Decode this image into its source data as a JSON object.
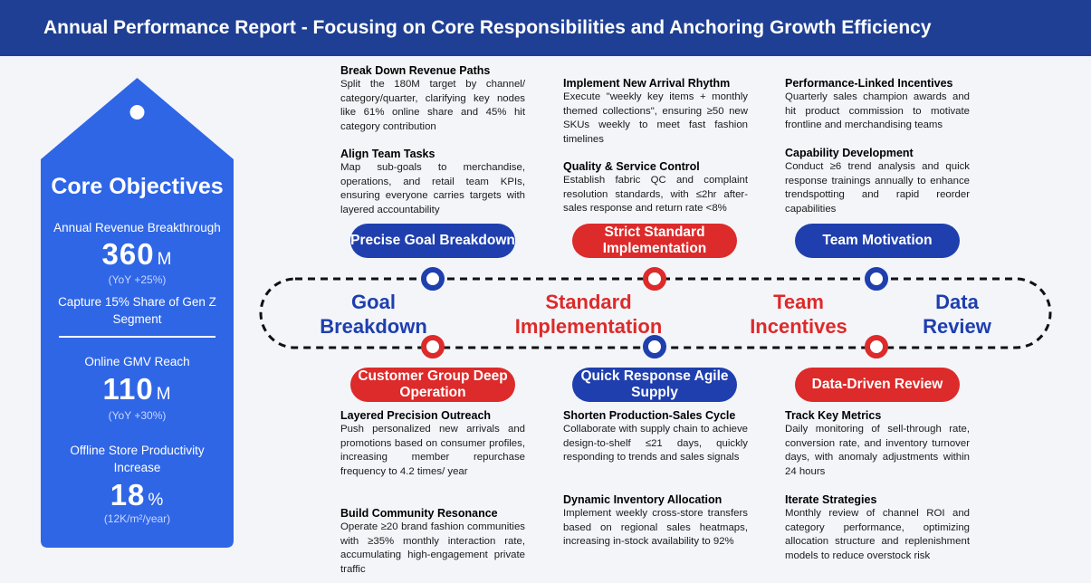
{
  "header": {
    "title": "Annual Performance Report - Focusing on Core Responsibilities and Anchoring Growth Efficiency"
  },
  "colors": {
    "header_bg": "#1e3f93",
    "tag_bg": "#2f66e6",
    "blue": "#1f3fae",
    "red": "#dd2a2a"
  },
  "core": {
    "title": "Core Objectives",
    "items": [
      {
        "label": "Annual Revenue Breakthrough",
        "value": "360",
        "unit": "M",
        "sub": "(YoY +25%)"
      },
      {
        "label": "Capture 15% Share of Gen Z Segment"
      },
      {
        "label": "Online GMV Reach",
        "value": "110",
        "unit": "M",
        "sub": "(YoY +30%)"
      },
      {
        "label": "Offline Store Productivity Increase",
        "value": "18",
        "unit": "%",
        "sub": "(12K/m²/year)"
      }
    ]
  },
  "stages": {
    "goal": "Goal Breakdown",
    "standard": "Standard Implementation",
    "team": "Team Incentives",
    "data": "Data Review"
  },
  "pills": {
    "precise_goal": "Precise Goal Breakdown",
    "strict_standard": "Strict Standard Implementation",
    "team_motivation": "Team Motivation",
    "customer_group": "Customer Group Deep Operation",
    "quick_response": "Quick Response Agile Supply",
    "data_driven": "Data-Driven Review"
  },
  "blocks": {
    "revenue_paths": {
      "title": "Break Down Revenue Paths",
      "text": "Split the 180M target by channel/ category/quarter, clarifying key nodes like 61% online share and 45% hit category contribution"
    },
    "team_tasks": {
      "title": "Align Team Tasks",
      "text": "Map sub-goals to merchandise, operations, and retail team KPIs, ensuring everyone carries targets with layered accountability"
    },
    "arrival_rhythm": {
      "title": "Implement New Arrival Rhythm",
      "text": "Execute \"weekly key items + monthly themed collections\", ensuring ≥50 new SKUs weekly to meet fast fashion timelines"
    },
    "quality_control": {
      "title": "Quality & Service Control",
      "text": "Establish fabric QC and complaint resolution standards, with ≤2hr after-sales response and return rate <8%"
    },
    "incentives": {
      "title": "Performance-Linked Incentives",
      "text": "Quarterly sales champion awards and hit product commission to motivate frontline and merchandising teams"
    },
    "capability": {
      "title": "Capability Development",
      "text": "Conduct ≥6 trend analysis and quick response trainings annually to enhance trendspotting and rapid reorder capabilities"
    },
    "precision_outreach": {
      "title": "Layered Precision Outreach",
      "text": "Push personalized new arrivals and promotions based on consumer profiles, increasing member repurchase frequency to 4.2 times/ year"
    },
    "community": {
      "title": "Build Community Resonance",
      "text": "Operate ≥20 brand fashion communities with ≥35% monthly interaction rate, accumulating high-engagement private traffic"
    },
    "production_cycle": {
      "title": "Shorten Production-Sales Cycle",
      "text": "Collaborate with supply chain to achieve design-to-shelf ≤21 days, quickly responding to trends and sales signals"
    },
    "inventory": {
      "title": "Dynamic Inventory Allocation",
      "text": "Implement weekly cross-store transfers based on regional sales heatmaps, increasing in-stock availability to 92%"
    },
    "key_metrics": {
      "title": "Track Key Metrics",
      "text": "Daily monitoring of sell-through rate, conversion rate, and inventory turnover days, with anomaly adjustments within 24 hours"
    },
    "iterate": {
      "title": "Iterate Strategies",
      "text": "Monthly review of channel ROI and category performance, optimizing allocation structure and replenishment models to reduce overstock risk"
    }
  }
}
